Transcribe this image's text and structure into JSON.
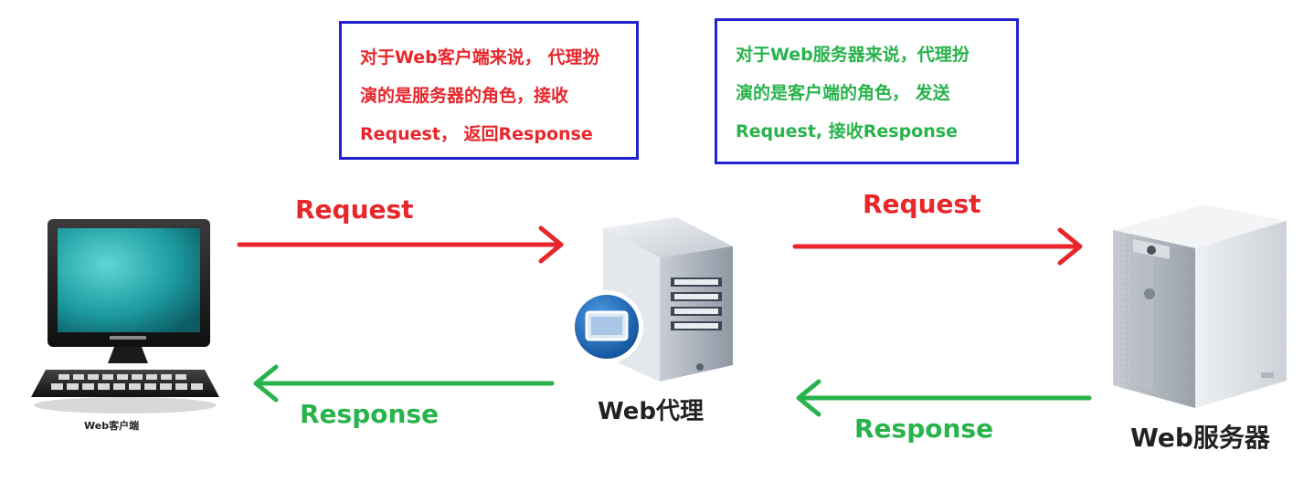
{
  "notes": {
    "client_view": [
      "对于Web客户端来说， 代理扮",
      "演的是服务器的角色，接收",
      "Request， 返回Response"
    ],
    "server_view": [
      "对于Web服务器来说，代理扮",
      "演的是客户端的角色， 发送",
      "Request, 接收Response"
    ]
  },
  "arrows": {
    "request_left": "Request",
    "request_right": "Request",
    "response_left": "Response",
    "response_right": "Response"
  },
  "nodes": {
    "client": "Web客户端",
    "proxy": "Web代理",
    "server": "Web服务器"
  },
  "colors": {
    "request": "#e8262b",
    "response": "#28b34b",
    "box_border": "#2222d0"
  }
}
